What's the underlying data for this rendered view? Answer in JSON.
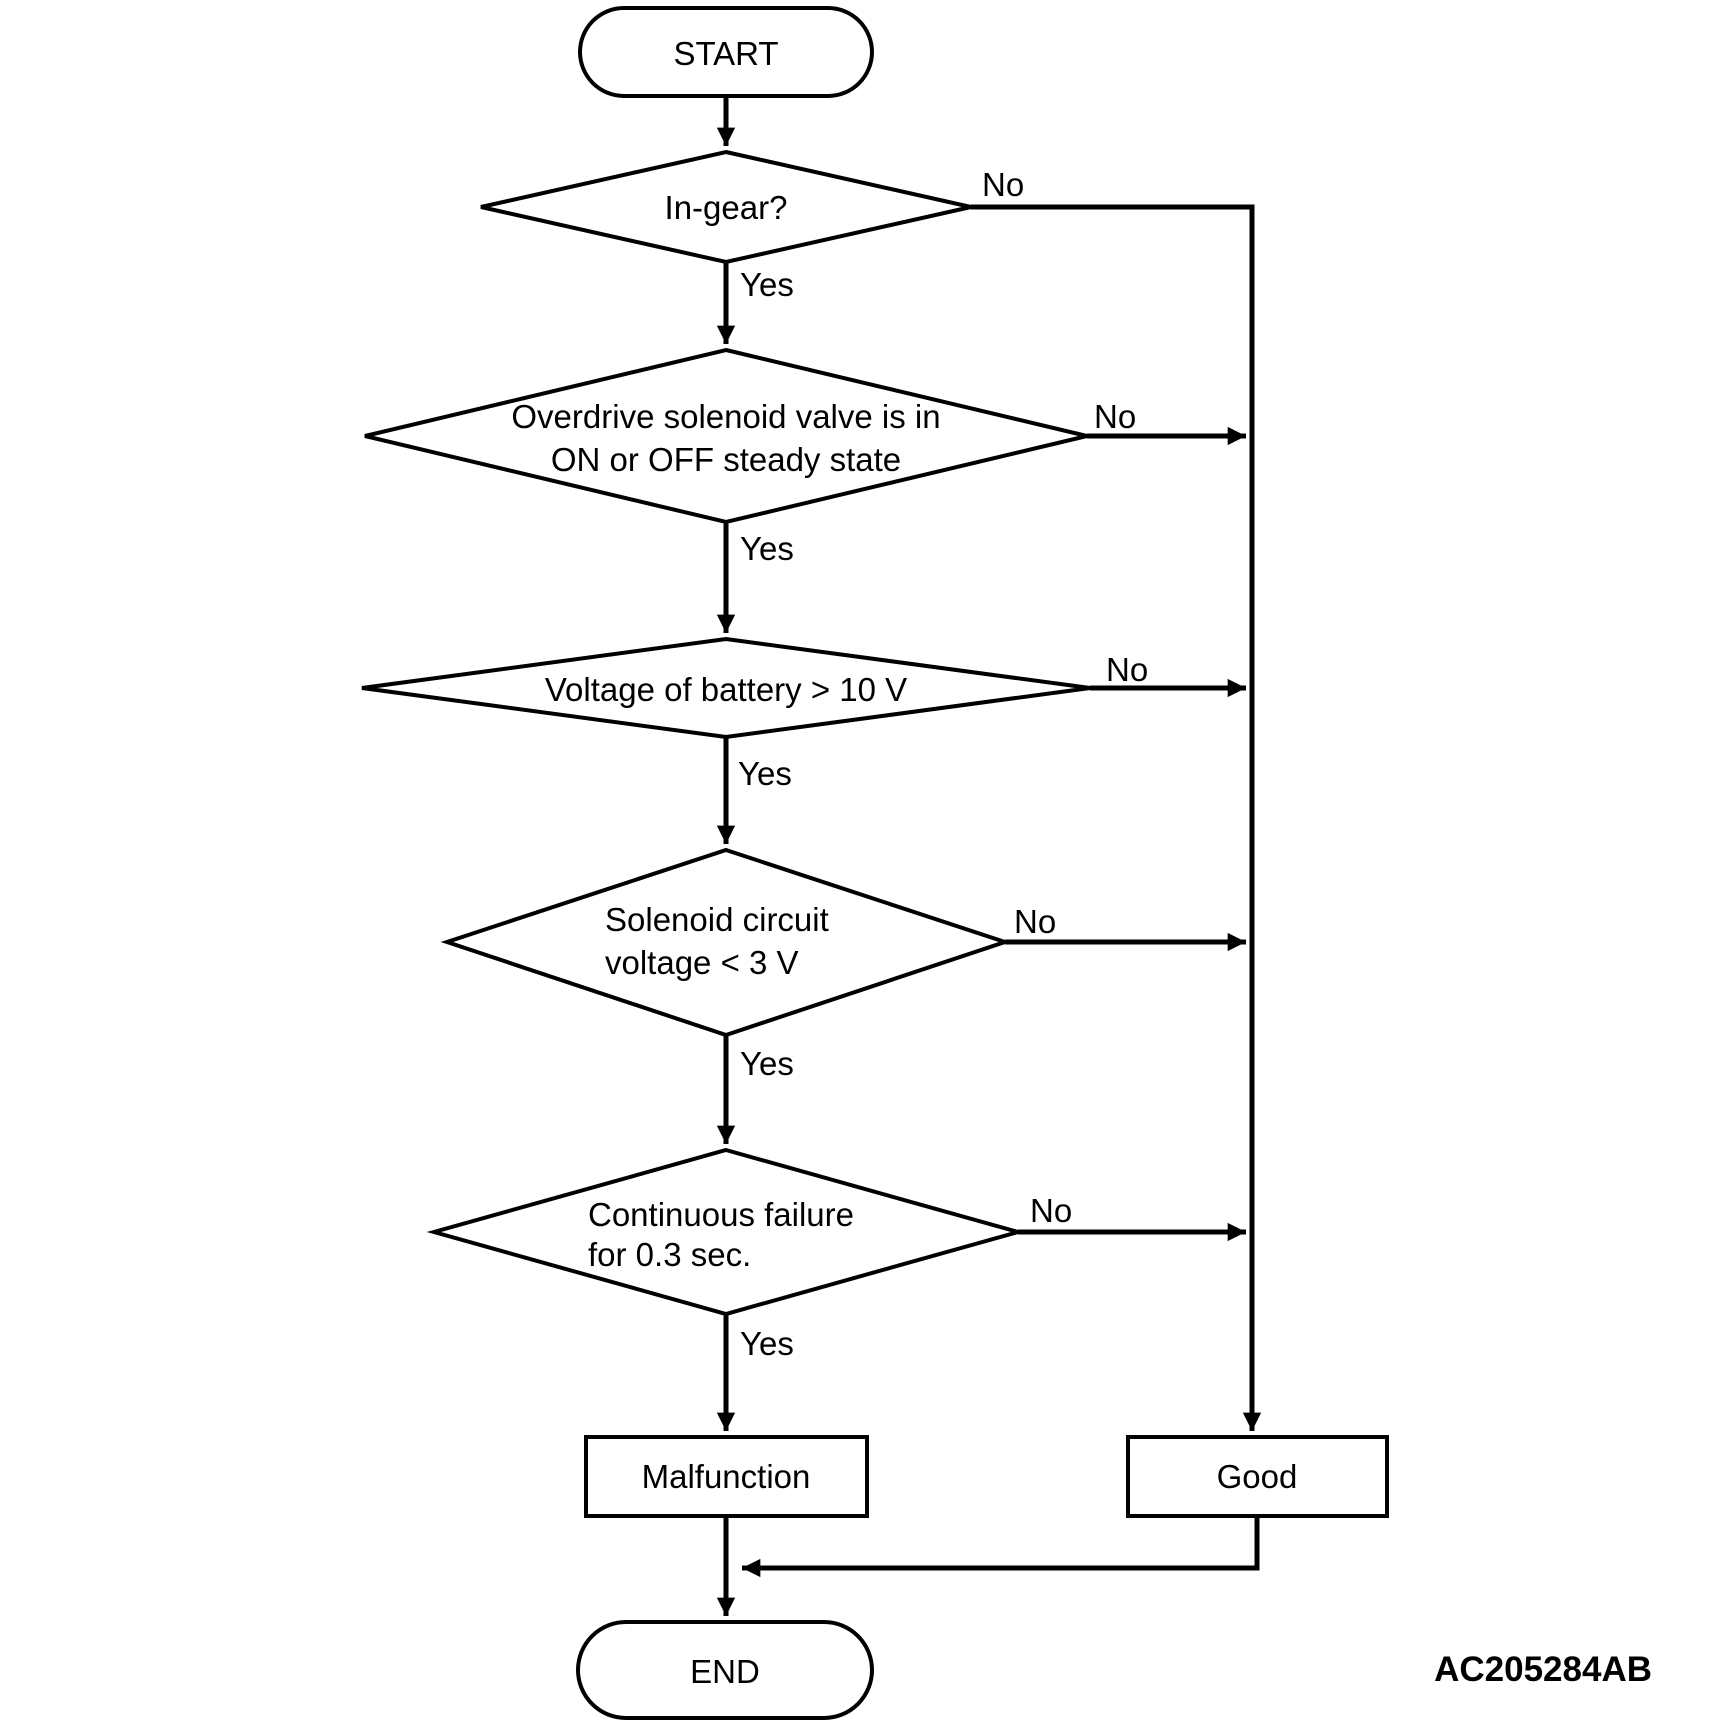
{
  "flowchart": {
    "start_label": "START",
    "end_label": "END",
    "decisions": [
      {
        "lines": [
          "In-gear?"
        ],
        "yes_label": "Yes",
        "no_label": "No"
      },
      {
        "lines": [
          "Overdrive solenoid valve is in",
          "ON or OFF steady state"
        ],
        "yes_label": "Yes",
        "no_label": "No"
      },
      {
        "lines": [
          "Voltage of battery > 10 V"
        ],
        "yes_label": "Yes",
        "no_label": "No"
      },
      {
        "lines": [
          "Solenoid circuit",
          "voltage < 3 V"
        ],
        "yes_label": "Yes",
        "no_label": "No"
      },
      {
        "lines": [
          "Continuous failure",
          "for 0.3 sec."
        ],
        "yes_label": "Yes",
        "no_label": "No"
      }
    ],
    "outcomes": {
      "malfunction_label": "Malfunction",
      "good_label": "Good"
    },
    "figure_code": "AC205284AB",
    "colors": {
      "line": "#000000",
      "background": "#ffffff",
      "text": "#000000"
    }
  }
}
